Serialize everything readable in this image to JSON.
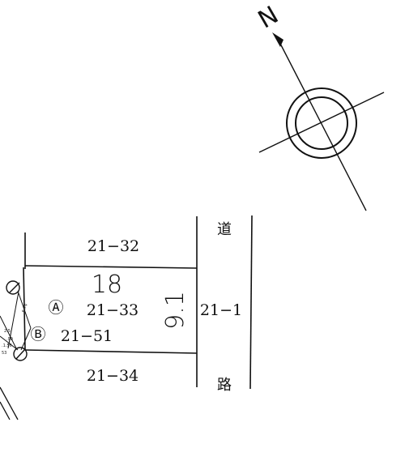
{
  "north": {
    "letter": "N"
  },
  "parcels": {
    "top": "21−32",
    "main": "21−33",
    "sub": "21−51",
    "bottom": "21−34",
    "road_lot": "21−1"
  },
  "markers": {
    "a": "Ⓐ",
    "b": "Ⓑ"
  },
  "road": {
    "char_top": "道",
    "char_bottom": "路"
  },
  "dimensions": {
    "depth": "18",
    "width": "9.1"
  }
}
